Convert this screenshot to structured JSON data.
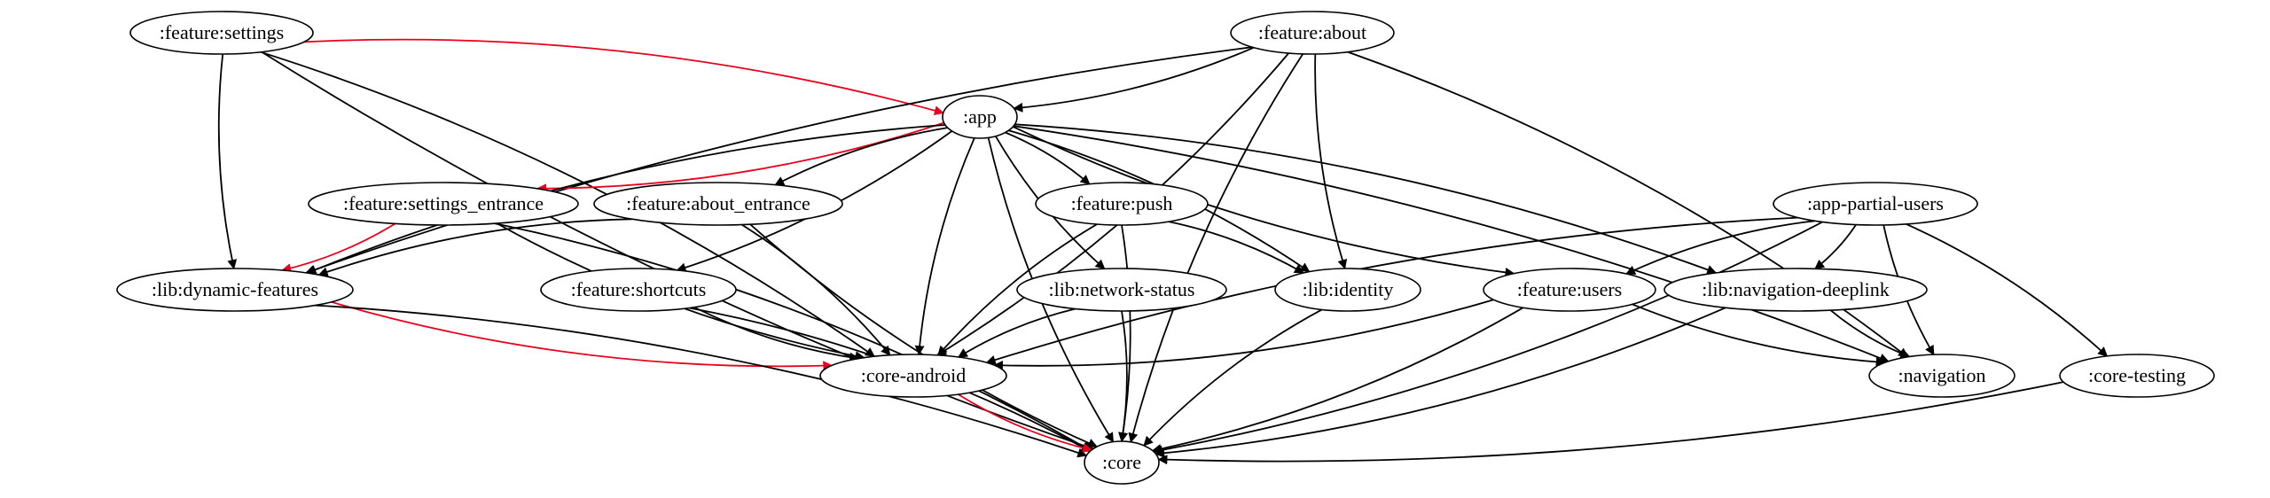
{
  "diagram": {
    "nodes": [
      {
        "id": "feature_settings",
        "label": ":feature:settings"
      },
      {
        "id": "feature_about",
        "label": ":feature:about"
      },
      {
        "id": "app",
        "label": ":app"
      },
      {
        "id": "feature_settings_entrance",
        "label": ":feature:settings_entrance"
      },
      {
        "id": "feature_about_entrance",
        "label": ":feature:about_entrance"
      },
      {
        "id": "feature_push",
        "label": ":feature:push"
      },
      {
        "id": "app_partial_users",
        "label": ":app-partial-users"
      },
      {
        "id": "lib_dynamic_features",
        "label": ":lib:dynamic-features"
      },
      {
        "id": "feature_shortcuts",
        "label": ":feature:shortcuts"
      },
      {
        "id": "lib_network_status",
        "label": ":lib:network-status"
      },
      {
        "id": "lib_identity",
        "label": ":lib:identity"
      },
      {
        "id": "feature_users",
        "label": ":feature:users"
      },
      {
        "id": "lib_navigation_deeplink",
        "label": ":lib:navigation-deeplink"
      },
      {
        "id": "core_android",
        "label": ":core-android"
      },
      {
        "id": "navigation",
        "label": ":navigation"
      },
      {
        "id": "core_testing",
        "label": ":core-testing"
      },
      {
        "id": "core",
        "label": ":core"
      }
    ],
    "edges": [
      {
        "from": "feature_settings",
        "to": "app",
        "highlight": true
      },
      {
        "from": "feature_settings",
        "to": "lib_dynamic_features",
        "highlight": false
      },
      {
        "from": "feature_settings",
        "to": "core_android",
        "highlight": false
      },
      {
        "from": "feature_settings",
        "to": "core",
        "highlight": false
      },
      {
        "from": "feature_about",
        "to": "app",
        "highlight": false
      },
      {
        "from": "feature_about",
        "to": "lib_dynamic_features",
        "highlight": false
      },
      {
        "from": "feature_about",
        "to": "core_android",
        "highlight": false
      },
      {
        "from": "feature_about",
        "to": "lib_identity",
        "highlight": false
      },
      {
        "from": "feature_about",
        "to": "navigation",
        "highlight": false
      },
      {
        "from": "feature_about",
        "to": "core",
        "highlight": false
      },
      {
        "from": "app",
        "to": "feature_settings_entrance",
        "highlight": true
      },
      {
        "from": "app",
        "to": "feature_about_entrance",
        "highlight": false
      },
      {
        "from": "app",
        "to": "feature_push",
        "highlight": false
      },
      {
        "from": "app",
        "to": "lib_dynamic_features",
        "highlight": false
      },
      {
        "from": "app",
        "to": "feature_shortcuts",
        "highlight": false
      },
      {
        "from": "app",
        "to": "lib_network_status",
        "highlight": false
      },
      {
        "from": "app",
        "to": "lib_identity",
        "highlight": false
      },
      {
        "from": "app",
        "to": "feature_users",
        "highlight": false
      },
      {
        "from": "app",
        "to": "lib_navigation_deeplink",
        "highlight": false
      },
      {
        "from": "app",
        "to": "core_android",
        "highlight": false
      },
      {
        "from": "app",
        "to": "navigation",
        "highlight": false
      },
      {
        "from": "app",
        "to": "core",
        "highlight": false
      },
      {
        "from": "feature_settings_entrance",
        "to": "lib_dynamic_features",
        "highlight": true
      },
      {
        "from": "feature_settings_entrance",
        "to": "core_android",
        "highlight": false
      },
      {
        "from": "feature_settings_entrance",
        "to": "core",
        "highlight": false
      },
      {
        "from": "feature_about_entrance",
        "to": "lib_dynamic_features",
        "highlight": false
      },
      {
        "from": "feature_about_entrance",
        "to": "core_android",
        "highlight": false
      },
      {
        "from": "feature_about_entrance",
        "to": "core",
        "highlight": false
      },
      {
        "from": "feature_push",
        "to": "lib_identity",
        "highlight": false
      },
      {
        "from": "feature_push",
        "to": "core_android",
        "highlight": false
      },
      {
        "from": "feature_push",
        "to": "core",
        "highlight": false
      },
      {
        "from": "lib_dynamic_features",
        "to": "core_android",
        "highlight": true
      },
      {
        "from": "lib_dynamic_features",
        "to": "core",
        "highlight": false
      },
      {
        "from": "feature_shortcuts",
        "to": "core_android",
        "highlight": false
      },
      {
        "from": "feature_shortcuts",
        "to": "core",
        "highlight": false
      },
      {
        "from": "lib_network_status",
        "to": "core_android",
        "highlight": false
      },
      {
        "from": "lib_network_status",
        "to": "core",
        "highlight": false
      },
      {
        "from": "lib_identity",
        "to": "core",
        "highlight": false
      },
      {
        "from": "feature_users",
        "to": "core_android",
        "highlight": false
      },
      {
        "from": "feature_users",
        "to": "navigation",
        "highlight": false
      },
      {
        "from": "feature_users",
        "to": "core",
        "highlight": false
      },
      {
        "from": "app_partial_users",
        "to": "feature_users",
        "highlight": false
      },
      {
        "from": "app_partial_users",
        "to": "lib_navigation_deeplink",
        "highlight": false
      },
      {
        "from": "app_partial_users",
        "to": "navigation",
        "highlight": false
      },
      {
        "from": "app_partial_users",
        "to": "core_testing",
        "highlight": false
      },
      {
        "from": "app_partial_users",
        "to": "core_android",
        "highlight": false
      },
      {
        "from": "app_partial_users",
        "to": "core",
        "highlight": false
      },
      {
        "from": "lib_navigation_deeplink",
        "to": "navigation",
        "highlight": false
      },
      {
        "from": "lib_navigation_deeplink",
        "to": "core",
        "highlight": false
      },
      {
        "from": "core_android",
        "to": "core",
        "highlight": true
      },
      {
        "from": "core_testing",
        "to": "core",
        "highlight": false
      }
    ],
    "colors": {
      "edge": "#000000",
      "highlight_edge": "#e8001c",
      "node_fill": "#ffffff",
      "node_stroke": "#000000",
      "background": "#ffffff"
    }
  }
}
